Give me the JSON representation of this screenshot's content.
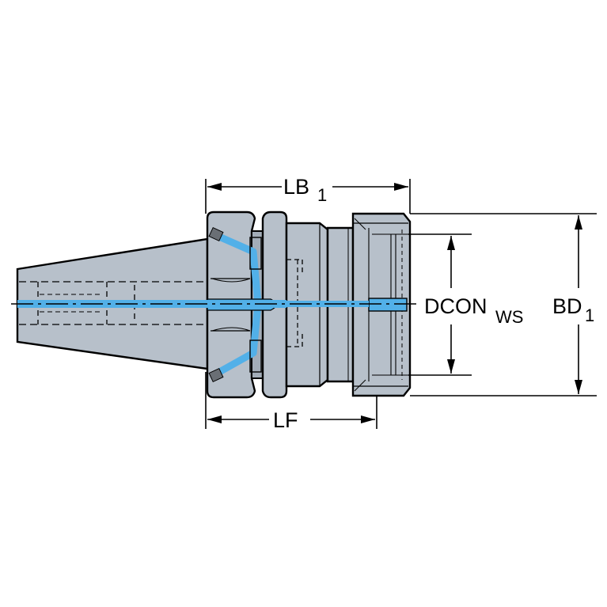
{
  "labels": {
    "lb1": {
      "main": "LB",
      "sub": "1"
    },
    "lf": {
      "main": "LF"
    },
    "dcon_ws": {
      "main": "DCON",
      "sub": "WS"
    },
    "bd1": {
      "main": "BD",
      "sub": "1"
    }
  },
  "colors": {
    "body_fill": "#b7c0ca",
    "body_fill_dark": "#a3adb8",
    "outline": "#000000",
    "coolant": "#52b0e8",
    "background": "#ffffff"
  }
}
